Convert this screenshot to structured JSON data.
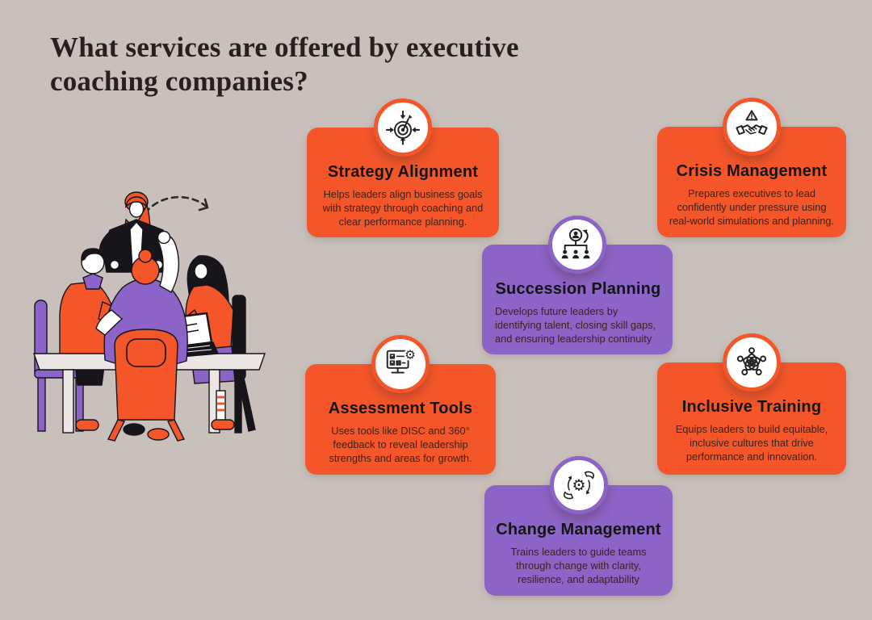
{
  "page": {
    "title": "What services are offered by executive coaching companies?"
  },
  "colors": {
    "background": "#C9C0BC",
    "orange": "#F4562A",
    "purple": "#8C63C6",
    "heading_text": "#26211F",
    "title_text": "#141414",
    "body_text": "#38241C",
    "icon_line": "#1F1F1F",
    "table": "#ECE7E5"
  },
  "cards": [
    {
      "id": "strategy-alignment",
      "title": "Strategy Alignment",
      "body": "Helps leaders align business goals with strategy through coaching and clear performance planning.",
      "color": "orange",
      "icon": "target-arrows-icon"
    },
    {
      "id": "crisis-management",
      "title": "Crisis Management",
      "body": "Prepares executives to lead confidently under pressure using real-world simulations and planning.",
      "color": "orange",
      "icon": "handshake-alert-icon"
    },
    {
      "id": "succession-planning",
      "title": "Succession Planning",
      "body": "Develops future leaders by identifying talent, closing skill gaps, and ensuring leadership continuity",
      "color": "purple",
      "icon": "org-chart-icon"
    },
    {
      "id": "assessment-tools",
      "title": "Assessment Tools",
      "body": "Uses tools like DISC and 360° feedback to reveal leadership strengths and areas for growth.",
      "color": "orange",
      "icon": "checklist-monitor-icon"
    },
    {
      "id": "inclusive-training",
      "title": "Inclusive Training",
      "body": "Equips leaders to build equitable, inclusive cultures that drive performance and innovation.",
      "color": "orange",
      "icon": "people-circle-icon"
    },
    {
      "id": "change-management",
      "title": "Change Management",
      "body": "Trains leaders to guide teams through change with clarity, resilience, and adaptability",
      "color": "purple",
      "icon": "hands-gear-icon"
    }
  ],
  "illustration": {
    "name": "team-meeting-illustration",
    "description": "Four people in a meeting around a table with laptop, dashed arrow pointing to cards"
  }
}
